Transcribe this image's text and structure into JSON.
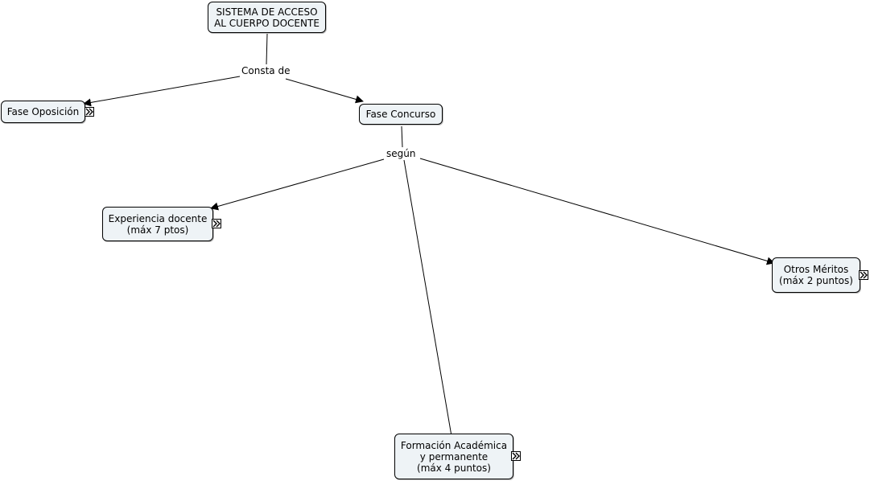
{
  "nodes": {
    "root": "SISTEMA DE ACCESO\nAL CUERPO DOCENTE",
    "oposicion": "Fase Oposición",
    "concurso": "Fase Concurso",
    "experiencia": "Experiencia docente\n(máx 7 ptos)",
    "otros": "Otros Méritos\n(máx 2 puntos)",
    "formacion": "Formación Académica\ny permanente\n(máx 4 puntos)"
  },
  "links": {
    "consta": "Consta de",
    "segun": "según"
  },
  "icons": {
    "expander": "double-chevron-right-icon"
  }
}
